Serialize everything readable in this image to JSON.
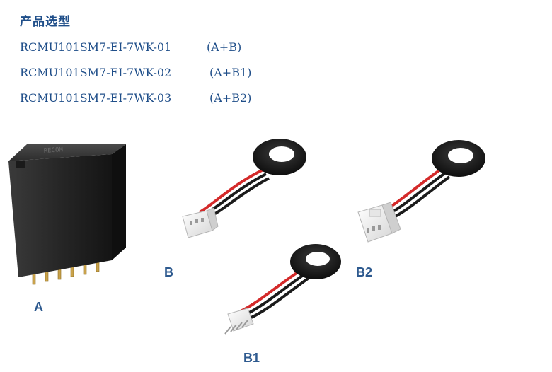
{
  "section": {
    "heading": "产品选型"
  },
  "models": [
    {
      "code": "RCMU101SM7-EI-7WK-01",
      "combo": "(A+B)"
    },
    {
      "code": "RCMU101SM7-EI-7WK-02",
      "combo": "(A+B1)"
    },
    {
      "code": "RCMU101SM7-EI-7WK-03",
      "combo": "(A+B2)"
    }
  ],
  "figure": {
    "labels": {
      "a": "A",
      "b": "B",
      "b1": "B1",
      "b2": "B2"
    },
    "module_marking": "RECOM"
  },
  "colors": {
    "heading": "#1f4e89",
    "label": "#2e5a8f",
    "wire_red": "#d42a2a",
    "wire_black": "#1b1b1b",
    "module_body": "#232323",
    "connector": "#f2f2f2"
  }
}
